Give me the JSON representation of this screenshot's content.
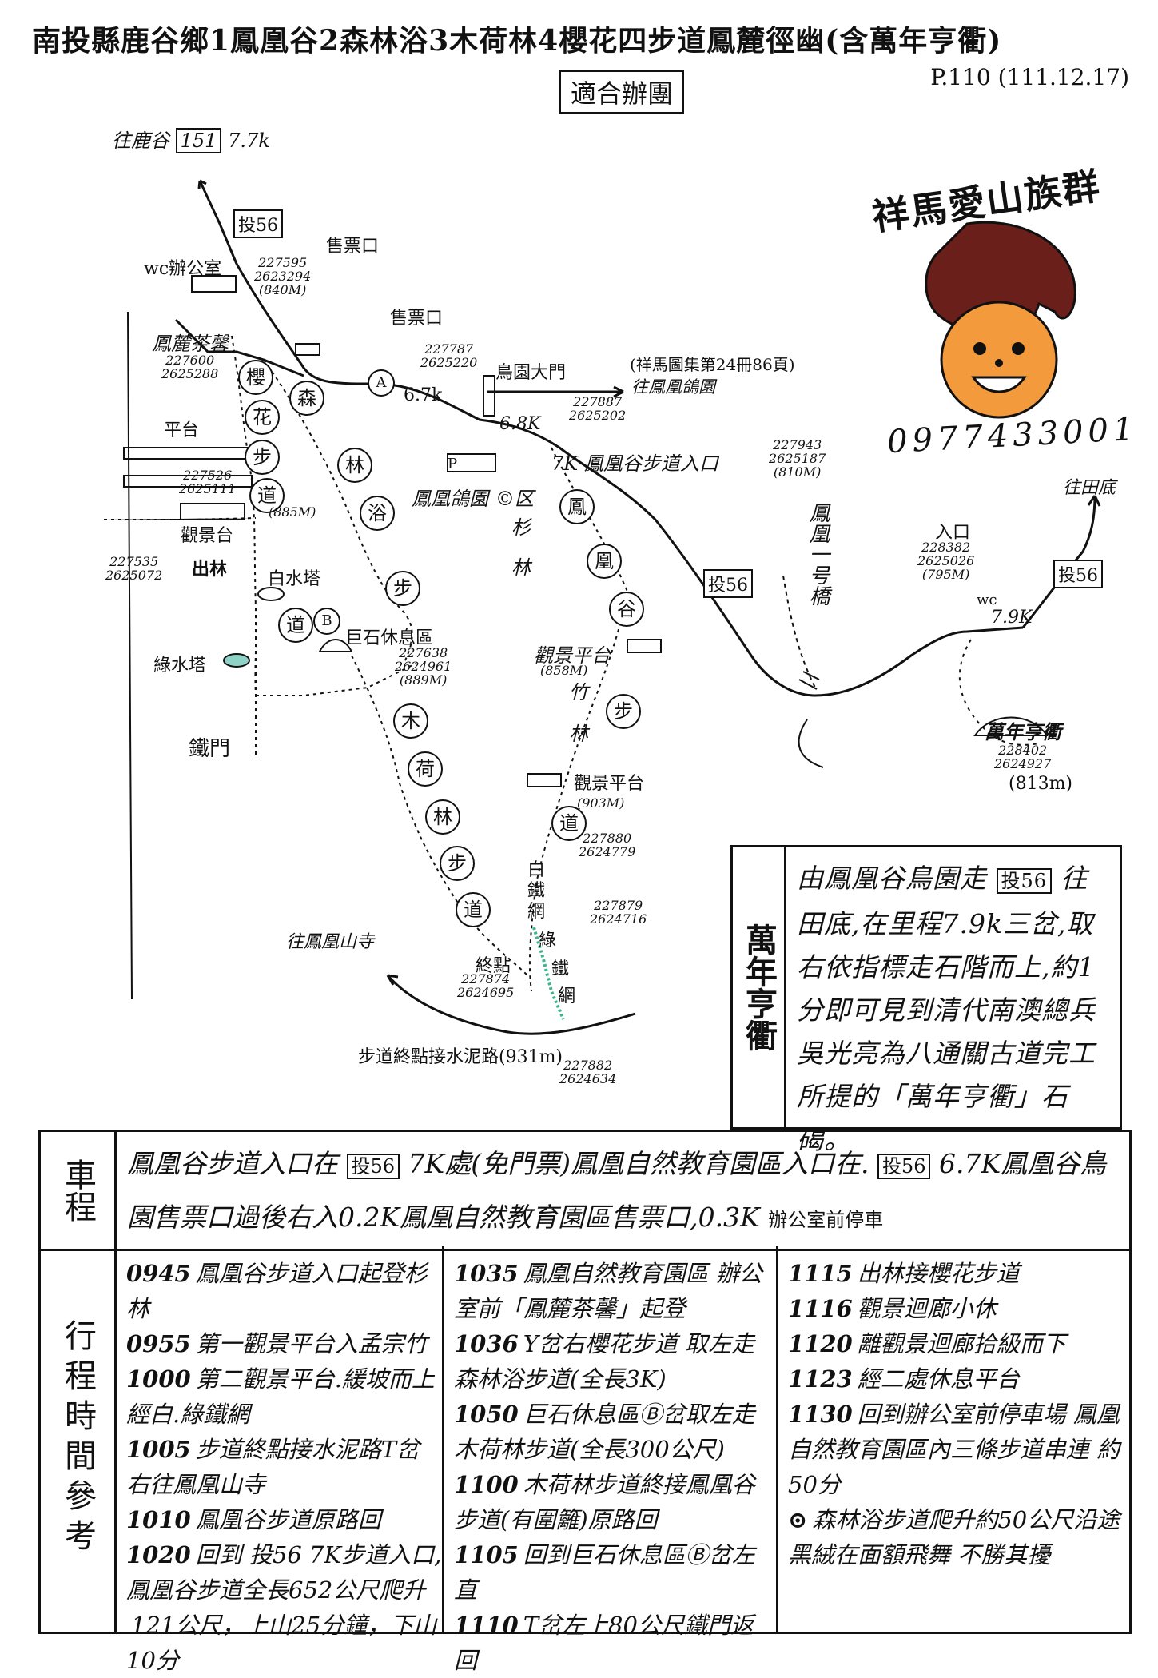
{
  "header": {
    "title": "南投縣鹿谷鄉1鳳凰谷2森林浴3木荷林4櫻花四步道鳳麓徑幽(含萬年亨衢)",
    "page_ref": "P.110 (111.12.17)",
    "badge": "適合辦團"
  },
  "map": {
    "route_tou56_a": "投56",
    "route_tou56_b": "投56",
    "route_tou56_c": "投56",
    "to_lugu": "往鹿谷",
    "to_lugu_route": "151",
    "to_lugu_dist": "7.7k",
    "ticket_booth_1": "售票口",
    "ticket_booth_2": "售票口",
    "wc_office": "wc辦公室",
    "fenglu_tea": "鳳麓茶馨",
    "platform": "平台",
    "viewing_deck": "觀景台",
    "exit_forest": "出林",
    "white_tower": "白水塔",
    "green_tower": "綠水塔",
    "iron_gate": "鐵門",
    "boulder_rest": "巨石休息區",
    "bird_park_gate": "鳥園大門",
    "bird_park_ref": "(祥馬圖集第24冊86頁)",
    "to_pigeon_park": "往鳳凰鴿園",
    "km_6_7": "6.7k",
    "km_6_8": "6.8K",
    "trail_entrance": "7K 鳳凰谷步道入口",
    "pigeon_park": "鳳凰鴿園",
    "zone_c": "©区",
    "viewing_platform_1": "觀景平台",
    "viewing_platform_1_elev": "(858M)",
    "viewing_platform_2": "觀景平台",
    "viewing_platform_2_elev": "(903M)",
    "to_fenghuang_temple": "往鳳凰山寺",
    "end_point": "終點",
    "end_road": "步道終點接水泥路(931m)",
    "fenghuang_bridge": "鳳凰一号橋",
    "entrance": "入口",
    "wc": "wc",
    "km_7_9": "7.9K",
    "to_tiandi": "往田底",
    "wannian_hengqu": "萬年亨衢",
    "wannian_elev": "(813m)",
    "marker_a": "A",
    "marker_b": "B",
    "label_p": "P",
    "sakura_trail": [
      "櫻",
      "花",
      "步",
      "道"
    ],
    "forest_trail": [
      "森",
      "林",
      "浴",
      "步",
      "道"
    ],
    "fenghuang_trail": [
      "鳳",
      "凰",
      "谷",
      "步",
      "道"
    ],
    "muhe_trail": [
      "木",
      "荷",
      "林",
      "步",
      "道"
    ],
    "bamboo": [
      "竹",
      "林"
    ],
    "cedar": [
      "杉",
      "林"
    ],
    "white_fence": [
      "白",
      "鐵",
      "網"
    ],
    "green_fence": [
      "綠",
      "鐵",
      "網"
    ],
    "coords": {
      "c1": "227595\n2623294\n(840M)",
      "c2": "227600\n2625288",
      "c3": "227526\n2625111",
      "c3_elev": "(885M)",
      "c4": "227535\n2625072",
      "c5": "227787\n2625220",
      "c6": "227887\n2625202",
      "c7": "227943\n2625187\n(810M)",
      "c8": "227638\n2624961\n(889M)",
      "c9": "227880\n2624779",
      "c10": "227879\n2624716",
      "c11": "227874\n2624695",
      "c12": "227882\n2624634",
      "c13": "228382\n2625026\n(795M)",
      "c14": "228402\n2624927"
    }
  },
  "logo": {
    "club_name": "祥馬愛山族群",
    "phone": "0977433001"
  },
  "info_box": {
    "side_title": "萬年亨衢",
    "text_before_route": "由鳳凰谷鳥園走",
    "route": "投56",
    "text_after_route": "往田底,在里程7.9k三岔,取右依指標走石階而上,約1分即可見到清代南澳總兵吳光亮為八通關古道完工所提的「萬年亨衢」石碣。"
  },
  "car_route": {
    "header": "車程",
    "part1": "鳳凰谷步道入口在",
    "route1": "投56",
    "part2": "7K處(免門票)鳳凰自然教育園區入口在.",
    "route2": "投56",
    "part3": "6.7K鳳凰谷鳥園售票口過後右入0.2K鳳凰自然教育園區售票口,0.3K",
    "part4": "辦公室前停車"
  },
  "schedule": {
    "header": "行程時間參考",
    "col1": [
      {
        "time": "0945",
        "text": "鳳凰谷步道入口起登杉林"
      },
      {
        "time": "0955",
        "text": "第一觀景平台入孟宗竹"
      },
      {
        "time": "1000",
        "text": "第二觀景平台.緩坡而上經白.綠鐵網"
      },
      {
        "time": "1005",
        "text": "步道終點接水泥路T岔右往鳳凰山寺"
      },
      {
        "time": "1010",
        "text": "鳳凰谷步道原路回"
      },
      {
        "time": "1020",
        "text": "回到 投56 7K步道入口,鳳凰谷步道全長652公尺爬升"
      },
      {
        "time": "",
        "text": "121公尺，上山25分鐘，下山10分"
      }
    ],
    "col2": [
      {
        "time": "1035",
        "text": "鳳凰自然教育園區 辦公室前「鳳麓茶馨」起登"
      },
      {
        "time": "1036",
        "text": "Y岔右櫻花步道 取左走森林浴步道(全長3K)"
      },
      {
        "time": "1050",
        "text": "巨石休息區Ⓑ岔取左走木荷林步道(全長300公尺)"
      },
      {
        "time": "1100",
        "text": "木荷林步道終接鳳凰谷步道(有圍籬)原路回"
      },
      {
        "time": "1105",
        "text": "回到巨石休息區Ⓑ岔左直"
      },
      {
        "time": "1110",
        "text": "T岔左上80公尺鐵門返回"
      }
    ],
    "col3": [
      {
        "time": "1115",
        "text": "出林接櫻花步道"
      },
      {
        "time": "1116",
        "text": "觀景迴廊小休"
      },
      {
        "time": "1120",
        "text": "離觀景迴廊拾級而下"
      },
      {
        "time": "1123",
        "text": "經二處休息平台"
      },
      {
        "time": "1130",
        "text": "回到辦公室前停車場 鳳凰自然教育園區內三條步道串連 約50分"
      },
      {
        "time": "⊙",
        "text": "森林浴步道爬升約50公尺沿途黑絨在面額飛舞 不勝其擾"
      }
    ]
  }
}
